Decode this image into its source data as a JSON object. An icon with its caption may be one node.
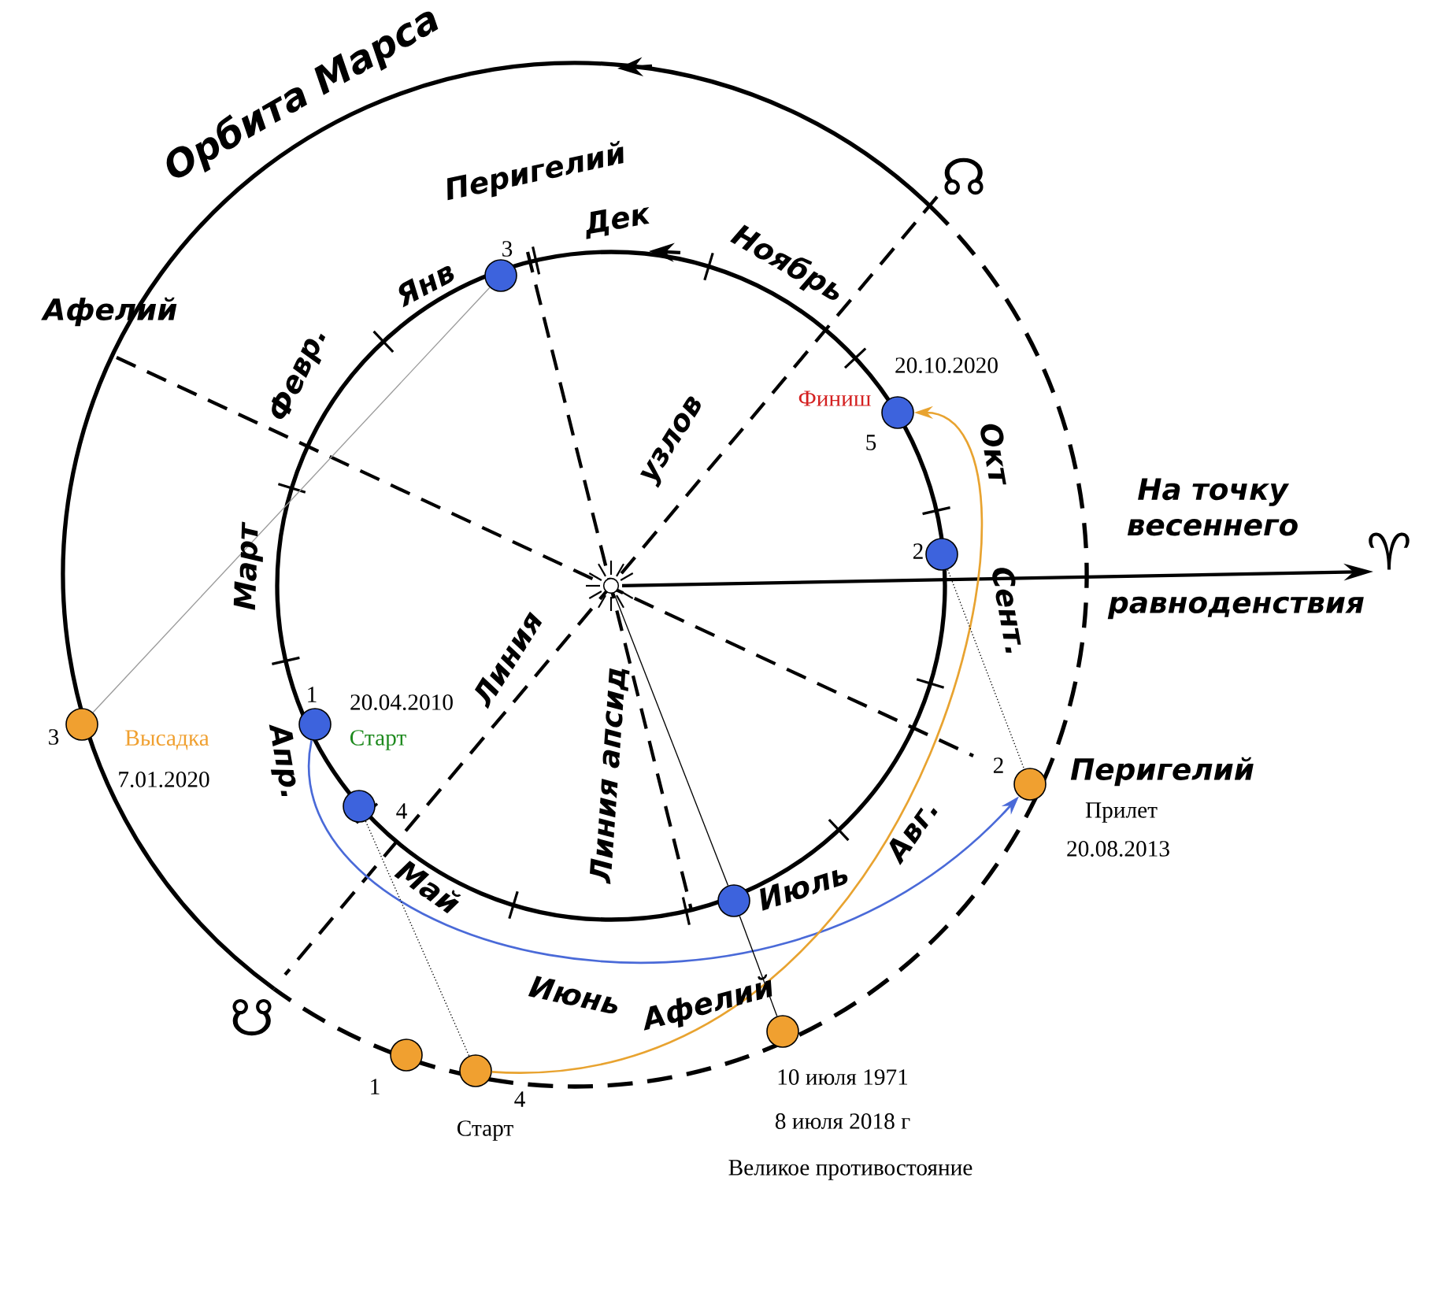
{
  "diagram": {
    "nodes": [
      {
        "text": [],
        "shape": "circle",
        "beside": [
          "3"
        ]
      },
      {
        "text": [],
        "shape": "circle",
        "beside": [
          "20.10.2020",
          "Финиш",
          "5"
        ]
      },
      {
        "text": [],
        "shape": "circle",
        "beside": [
          "2"
        ]
      },
      {
        "text": [],
        "shape": "circle"
      },
      {
        "text": [],
        "shape": "circle",
        "beside": [
          "1",
          "20.04.2010",
          "Старт"
        ]
      },
      {
        "text": [],
        "shape": "circle",
        "beside": [
          "3",
          "Высадка",
          "7.01.2020"
        ]
      },
      {
        "text": [],
        "shape": "circle",
        "beside": [
          "Перигелий",
          "2",
          "Прилет",
          "20.08.2013"
        ]
      },
      {
        "text": [],
        "shape": "circle",
        "beside": [
          "4"
        ]
      },
      {
        "text": [],
        "shape": "circle"
      },
      {
        "text": [],
        "shape": "circle",
        "beside": [
          "10 июля 1971",
          "8 июля 2018 г",
          "Великое противостояние"
        ]
      },
      {
        "text": [],
        "shape": "circle",
        "beside": [
          "1"
        ]
      },
      {
        "text": [],
        "shape": "circle",
        "beside": [
          "4",
          "Старт"
        ]
      }
    ],
    "edges": [
      {
        "from": 4,
        "to": 6,
        "arrow": "to",
        "color": "#4a6ad8"
      },
      {
        "from": 11,
        "to": 1,
        "arrow": "to",
        "color": "#e8a330"
      },
      {
        "from": 0,
        "to": 5,
        "arrow": "none",
        "color": "#9a9a9a"
      },
      {
        "from": 7,
        "to": 11,
        "arrow": "none",
        "style": "dashed"
      },
      {
        "from": 2,
        "to": 6,
        "arrow": "none",
        "style": "dashed"
      },
      {
        "from": 3,
        "to": 8,
        "arrow": "none"
      },
      {
        "from": 8,
        "to": 9,
        "arrow": "none"
      }
    ],
    "labels": [
      "Орбита Марса",
      "Перигелий",
      "Дек",
      "Ноябрь",
      "Янв",
      "Афелий",
      "Февр.",
      "Окт",
      "На точку весеннего",
      "Март",
      "Сент.",
      "равноденствия",
      "Линия",
      "узлов",
      "Линия апсид",
      "Апр.",
      "Май",
      "Июнь",
      "Июль",
      "Авг.",
      "Афелий",
      "♈",
      "☊",
      "☋"
    ]
  }
}
